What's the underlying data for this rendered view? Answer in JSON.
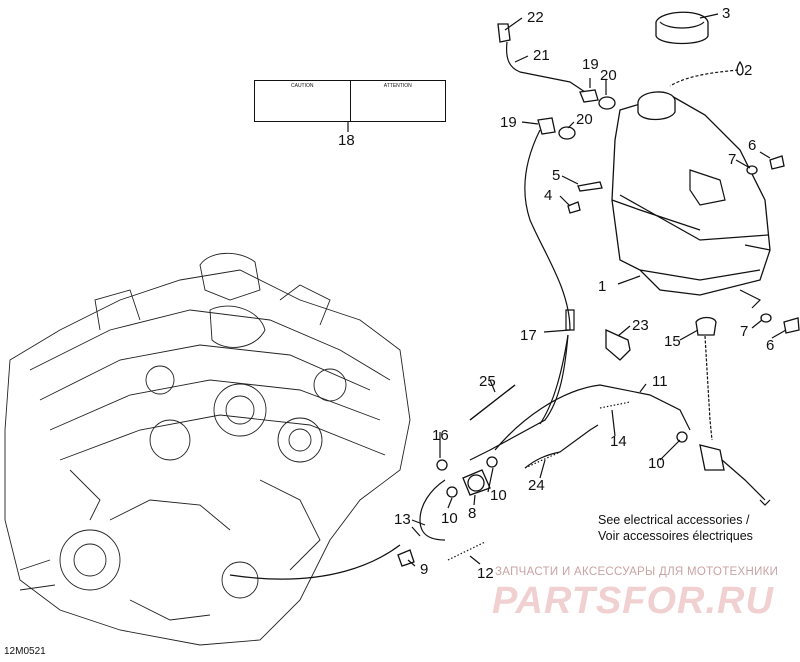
{
  "diagram": {
    "code": "12M0521",
    "callouts": [
      "1",
      "2",
      "3",
      "4",
      "5",
      "6",
      "6",
      "7",
      "7",
      "8",
      "9",
      "10",
      "10",
      "10",
      "11",
      "12",
      "13",
      "14",
      "15",
      "16",
      "17",
      "18",
      "19",
      "19",
      "20",
      "20",
      "21",
      "22",
      "23",
      "24",
      "25"
    ],
    "note_en": "See electrical accessories /",
    "note_fr": "Voir accessoires électriques",
    "decal_left": "CAUTION",
    "decal_right": "ATTENTION",
    "watermark_text": "ЗАПЧАСТИ И АКСЕССУАРЫ ДЛЯ МОТОТЕХНИКИ",
    "watermark_logo": "PARTSFOR.RU"
  }
}
